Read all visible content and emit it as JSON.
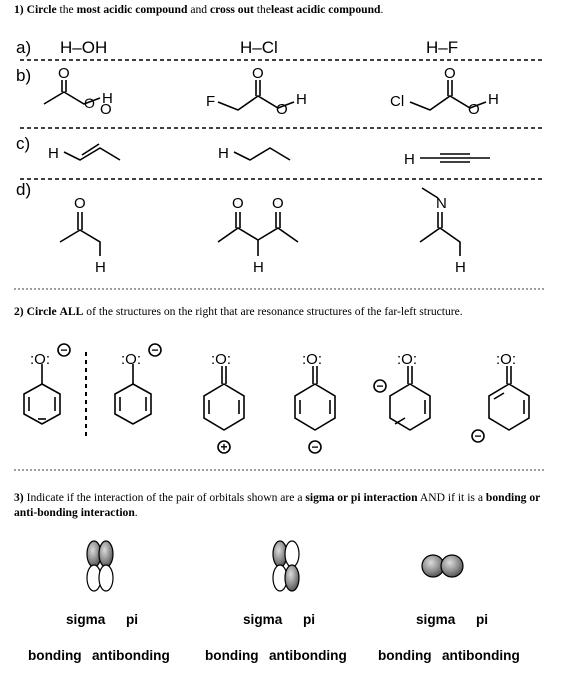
{
  "q1": {
    "number": "1)",
    "w1": "Circle",
    "w2": "the",
    "w3": "most acidic compound",
    "w4": "and",
    "w5": "cross out",
    "w6": "the",
    "w7": "least acidic compound",
    "w8": ".",
    "rows": {
      "a": {
        "label": "a)",
        "c1": "H–OH",
        "c2": "H–Cl",
        "c3": "H–F"
      },
      "b": {
        "label": "b)"
      },
      "c": {
        "label": "c)"
      },
      "d": {
        "label": "d)"
      }
    },
    "atoms": {
      "O": "O",
      "H": "H",
      "F": "F",
      "Cl": "Cl",
      "N": "N"
    }
  },
  "q2": {
    "number": "2)",
    "w1": "Circle",
    "w2": "ALL",
    "w3": "of the structures on the right that are resonance structures of the far-left structure.",
    "atom_label": ":O:",
    "plus": "+",
    "minus": "−"
  },
  "q3": {
    "number": "3)",
    "w1": "Indicate if the interaction of the pair of orbitals shown are a",
    "w2": "sigma or pi interaction",
    "w3": "AND if it",
    "w4": "is a",
    "w5": "bonding or anti-bonding interaction",
    "w6": ".",
    "sigma": "sigma",
    "pi": "pi",
    "bonding": "bonding",
    "antibonding": "antibonding"
  }
}
